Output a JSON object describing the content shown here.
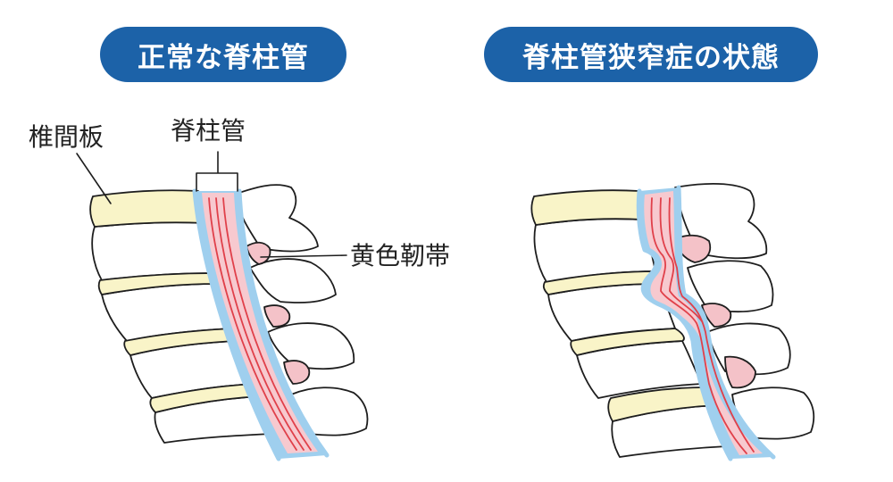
{
  "panels": {
    "normal": {
      "title": "正常な脊柱管"
    },
    "stenosis": {
      "title": "脊柱管狭窄症の状態"
    }
  },
  "labels": {
    "disc": "椎間板",
    "canal": "脊柱管",
    "ligament": "黄色靭帯"
  },
  "colors": {
    "pill": "#1c62a8",
    "disc": "#f9f4c8",
    "dura": "#9fcfee",
    "cord": "#f7c9cf",
    "nerve": "#e0404a",
    "ligament": "#f4c2c8",
    "outline": "#1e1e1e"
  }
}
